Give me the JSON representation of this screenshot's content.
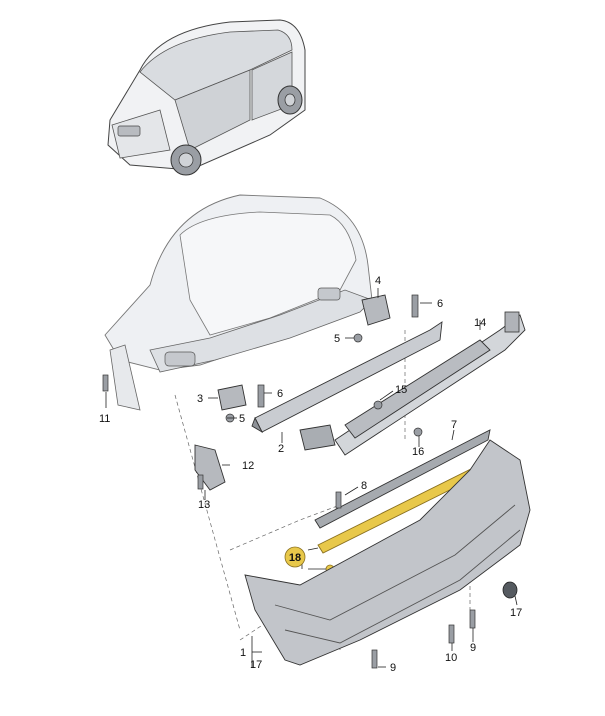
{
  "callouts": {
    "c1": "1",
    "c2": "2",
    "c3": "3",
    "c4": "4",
    "c5a": "5",
    "c5b": "5",
    "c6a": "6",
    "c6b": "6",
    "c7": "7",
    "c8": "8",
    "c9a": "9",
    "c9b": "9",
    "c10": "10",
    "c11": "11",
    "c12": "12",
    "c13": "13",
    "c14": "14",
    "c15": "15",
    "c16": "16",
    "c17a": "17",
    "c17b": "17",
    "c18": "18"
  },
  "colors": {
    "highlight": "#e8c84a",
    "part_fill": "#c9ccd1",
    "part_dark": "#8e9298",
    "body_fill": "#eef0f3",
    "outline": "#333333"
  },
  "icons": [
    "car-illustration-icon"
  ]
}
